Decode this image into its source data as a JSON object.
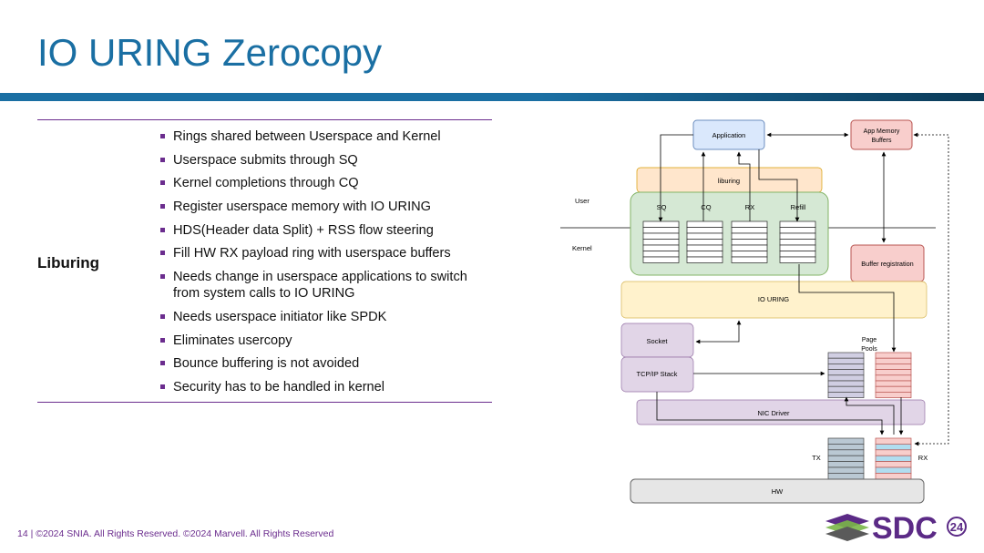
{
  "slide": {
    "title": "IO URING Zerocopy",
    "row_label": "Liburing",
    "bullets": [
      "Rings shared between Userspace and Kernel",
      "Userspace submits through SQ",
      "Kernel completions through CQ",
      "Register userspace memory with IO URING",
      "HDS(Header data Split) + RSS flow steering",
      "Fill HW RX payload ring with userspace buffers",
      "Needs change in userspace applications to switch from system calls to IO URING",
      "Needs userspace initiator like SPDK",
      "Eliminates  usercopy",
      "Bounce buffering is not avoided",
      "Security has to be handled in kernel"
    ],
    "footer": "14 | ©2024 SNIA. All Rights Reserved. ©2024 Marvell. All Rights Reserved"
  },
  "diagram": {
    "application": "Application",
    "app_memory": "App Memory Buffers",
    "liburing": "liburing",
    "user": "User",
    "kernel": "Kernel",
    "sq": "SQ",
    "cq": "CQ",
    "rx_ring": "RX",
    "refill": "Refill",
    "buffer_registration": "Buffer registration",
    "io_uring": "IO URING",
    "socket": "Socket",
    "tcpip": "TCP/IP Stack",
    "page_pools": "Page Pools",
    "nic_driver": "NIC Driver",
    "tx": "TX",
    "rx": "RX",
    "hw": "HW"
  },
  "logo": {
    "text": "SDC",
    "badge": "24"
  },
  "colors": {
    "title": "#1a6fa3",
    "accent": "#6b2d8e",
    "application": "#dae8fc",
    "app_memory": "#f8cecc",
    "liburing": "#ffe6cc",
    "rings_area": "#d5e8d4",
    "io_uring": "#fff2cc",
    "socket": "#e1d5e7",
    "page_pool_blue": "#d0cee2",
    "page_pool_red": "#f8cecc",
    "tx": "#bac8d3",
    "hw": "#e6e6e6"
  }
}
